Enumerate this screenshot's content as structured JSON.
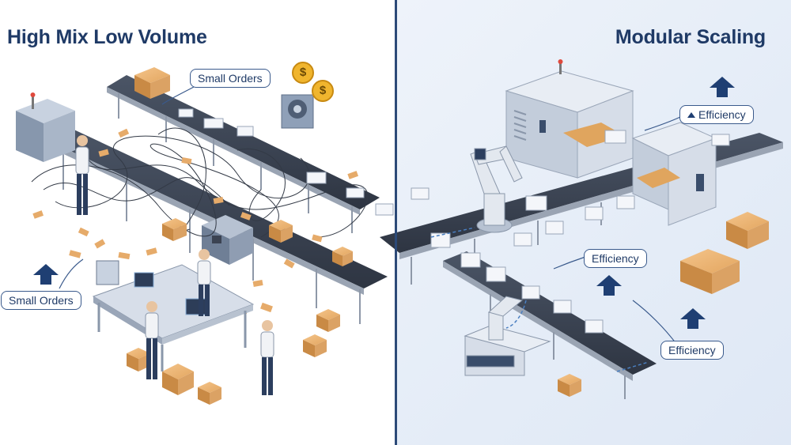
{
  "left_panel": {
    "title": "High Mix Low Volume",
    "callouts": {
      "small_orders_top": "Small Orders",
      "small_orders_left": "Small Orders"
    },
    "icons": [
      "dollar-coin-icon",
      "dollar-coin-icon",
      "up-arrow-icon"
    ],
    "coin_symbol": "$"
  },
  "right_panel": {
    "title": "Modular Scaling",
    "callouts": {
      "efficiency_top": "Efficiency",
      "efficiency_middle": "Efficiency",
      "efficiency_bottom": "Efficiency"
    },
    "icons": [
      "up-arrow-icon",
      "up-arrow-icon",
      "up-arrow-icon"
    ]
  },
  "colors": {
    "title": "#1f3a66",
    "accent_arrow": "#1f3f73",
    "divider": "#2c4a78",
    "conveyor": "#3b4352",
    "box": "#e2a764",
    "coin": "#f0b52e"
  }
}
